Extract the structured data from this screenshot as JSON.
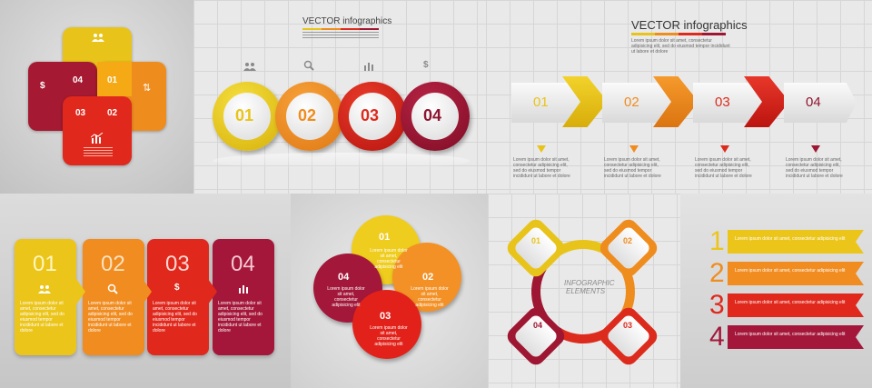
{
  "colors": {
    "yellow": "#e8c41a",
    "orange": "#ef8c1e",
    "red": "#dc2b1c",
    "crimson": "#9e1631"
  },
  "icons": {
    "users": "users-icon",
    "search": "search-icon",
    "chart": "chart-icon",
    "dollar": "dollar-icon",
    "transfer": "transfer-icon"
  },
  "numbers": [
    "01",
    "02",
    "03",
    "04"
  ],
  "p1": {
    "tiles": [
      "01",
      "02",
      "03",
      "04"
    ],
    "symbols": {
      "dollar": "$",
      "transfer": "⇅"
    }
  },
  "p2": {
    "title": "VECTOR infographics",
    "symbols": {
      "dollar": "$"
    },
    "circles": [
      "01",
      "02",
      "03",
      "04"
    ]
  },
  "p3": {
    "title": "VECTOR infographics",
    "subtitle": "Lorem ipsum dolor sit amet, consectetur adipisicing elit, sed do eiusmod tempor incididunt ut labore et dolore",
    "arrows": [
      "01",
      "02",
      "03",
      "04"
    ],
    "text": "Lorem ipsum dolor sit amet, consectetur adipisicing elit, sed do eiusmod tempor incididunt ut labore et dolore"
  },
  "p4": {
    "cards": [
      "01",
      "02",
      "03",
      "04"
    ],
    "symbols": {
      "dollar": "$"
    },
    "text": "Lorem ipsum dolor sit amet, consectetur adipisicing elit, sed do eiusmod tempor incididunt ut labore et dolore"
  },
  "p5": {
    "circles": [
      "01",
      "02",
      "03",
      "04"
    ],
    "text": "Lorem ipsum dolor sit amet, consectetur adipisicing elit"
  },
  "p6": {
    "title1": "INFOGRAPHIC",
    "title2": "ELEMENTS",
    "nodes": [
      "01",
      "02",
      "04",
      "03"
    ]
  },
  "p7": {
    "digits": [
      "1",
      "2",
      "3",
      "4"
    ],
    "text": "Lorem ipsum dolor sit amet, consectetur adipisicing elit"
  }
}
